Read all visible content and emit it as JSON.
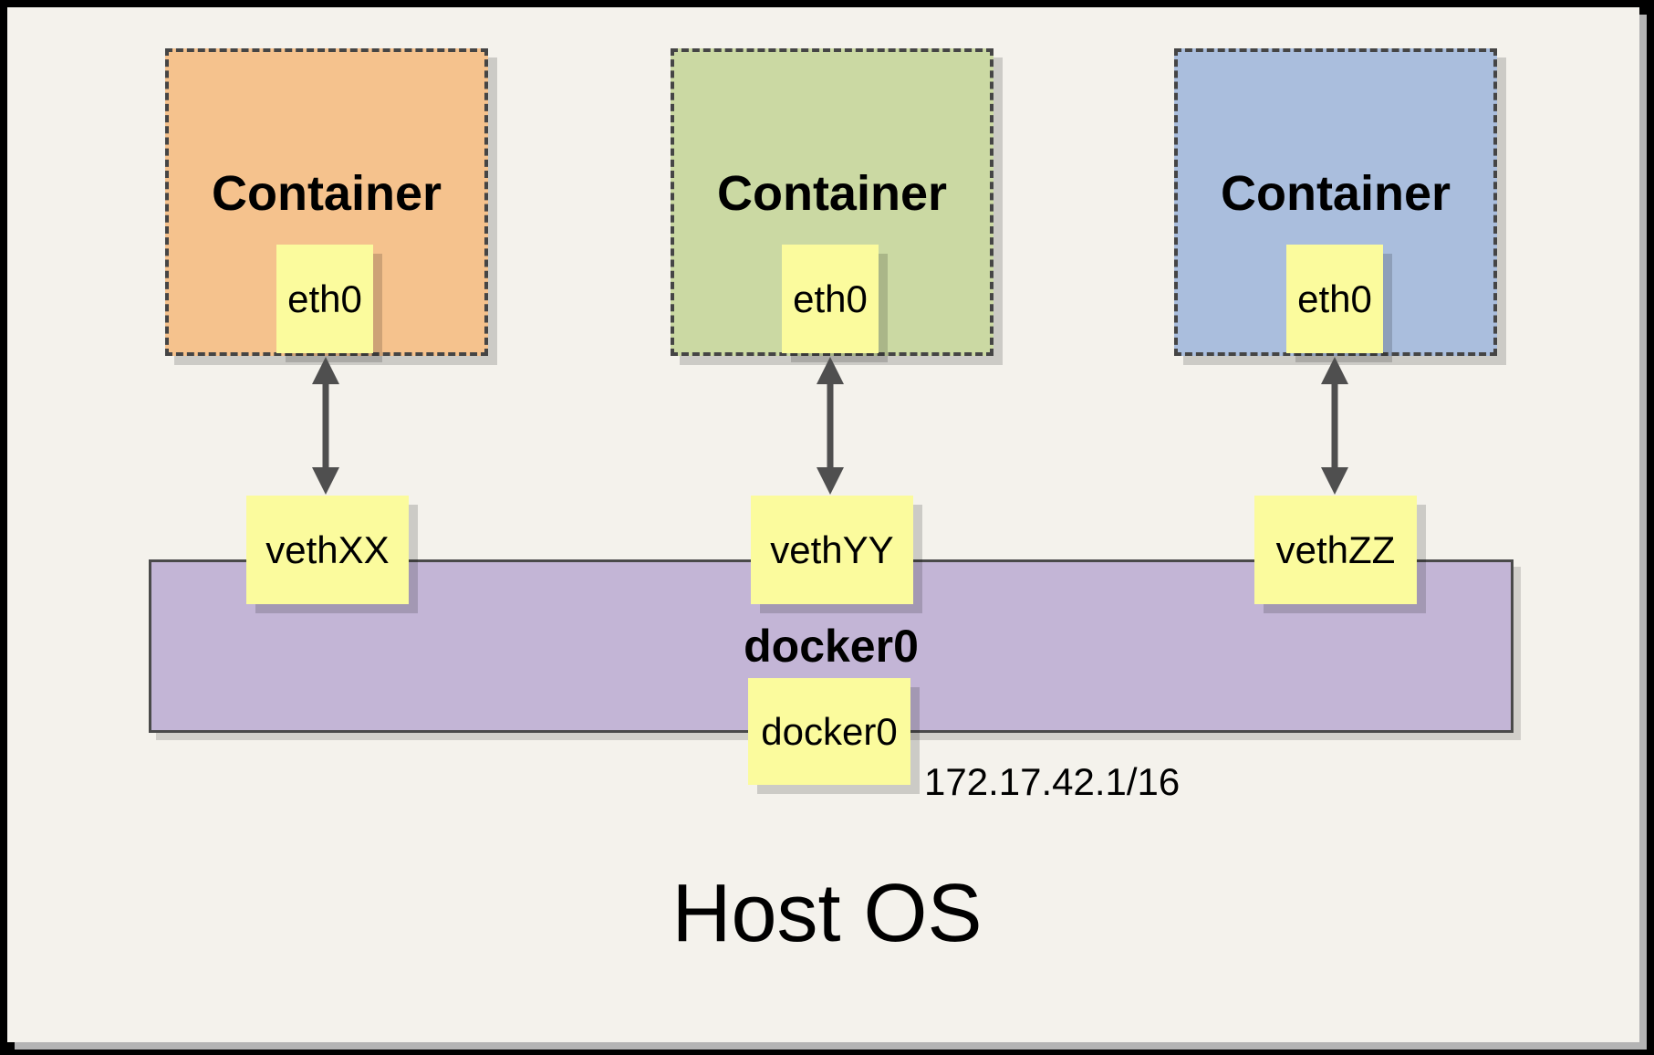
{
  "colors": {
    "background": "#F4F2EC",
    "frame": "#000000",
    "note_yellow": "#FBFB9D",
    "bridge_purple": "#C3B5D6",
    "arrow_gray": "#4F4F4F",
    "container_colors": [
      "#F5C28D",
      "#CBD9A3",
      "#AABEDD"
    ]
  },
  "containers": [
    {
      "label": "Container",
      "interface": "eth0",
      "veth": "vethXX",
      "color": "#F5C28D"
    },
    {
      "label": "Container",
      "interface": "eth0",
      "veth": "vethYY",
      "color": "#CBD9A3"
    },
    {
      "label": "Container",
      "interface": "eth0",
      "veth": "vethZZ",
      "color": "#AABEDD"
    }
  ],
  "bridge": {
    "name": "docker0",
    "interface": "docker0",
    "ip": "172.17.42.1/16",
    "color": "#C3B5D6"
  },
  "host": {
    "label": "Host OS"
  }
}
